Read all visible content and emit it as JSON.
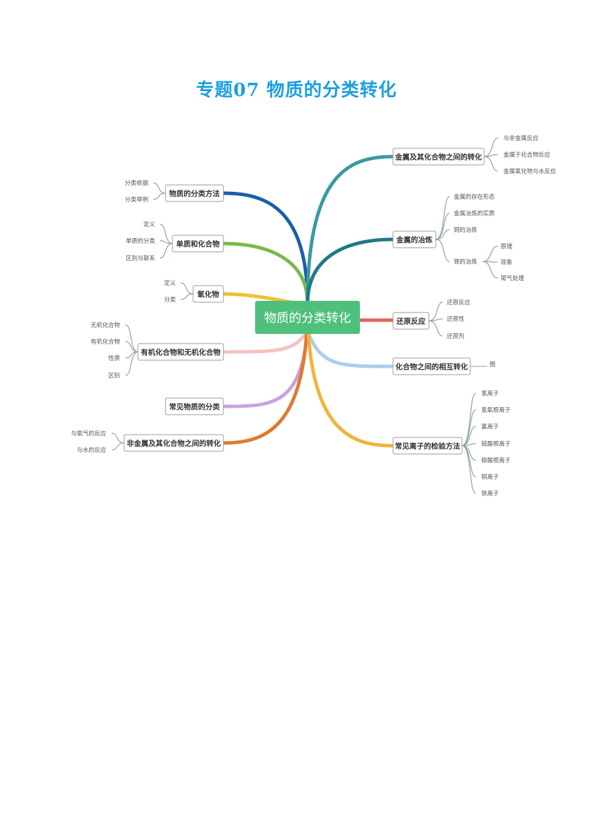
{
  "title": "专题07 物质的分类转化",
  "center": {
    "label": "物质的分类转化",
    "color": "#4ec07c"
  },
  "branches": [
    {
      "id": "b1",
      "label": "物质的分类方法",
      "color": "#1a5fa6",
      "leaves": [
        "分类依据",
        "分类举例"
      ]
    },
    {
      "id": "b2",
      "label": "单质和化合物",
      "color": "#7ab84a",
      "leaves": [
        "定义",
        "单质的分类",
        "区别与联系"
      ]
    },
    {
      "id": "b3",
      "label": "氧化物",
      "color": "#f0c030",
      "leaves": [
        "定义",
        "分类"
      ]
    },
    {
      "id": "b4",
      "label": "有机化合物和无机化合物",
      "color": "#f4c2c0",
      "leaves": [
        "无机化合物",
        "有机化合物",
        "性质",
        "区别"
      ]
    },
    {
      "id": "b5",
      "label": "常见物质的分类",
      "color": "#c9a3e0",
      "leaves": []
    },
    {
      "id": "b6",
      "label": "非金属及其化合物之间的转化",
      "color": "#e07a30",
      "leaves": [
        "与氧气的反应",
        "与水的反应"
      ]
    },
    {
      "id": "b7",
      "label": "金属及其化合物之间的转化",
      "color": "#3a9aa0",
      "leaves": [
        "与非金属反应",
        "金属于化合物反应",
        "金属氧化物与水反应"
      ]
    },
    {
      "id": "b8",
      "label": "金属的冶炼",
      "color": "#1f7a85",
      "leaves": [
        "金属的存在形态",
        "金属冶炼的实质",
        "铜的冶炼",
        "铁的冶炼"
      ],
      "sub": {
        "parent": "铁的冶炼",
        "leaves": [
          "原理",
          "现象",
          "尾气处理"
        ]
      }
    },
    {
      "id": "b9",
      "label": "还原反应",
      "color": "#e0645a",
      "leaves": [
        "还原反应",
        "还原性",
        "还原剂"
      ]
    },
    {
      "id": "b10",
      "label": "化合物之间的相互转化",
      "color": "#a8cdee",
      "leaves": [
        "图"
      ]
    },
    {
      "id": "b11",
      "label": "常见离子的检验方法",
      "color": "#f0b43a",
      "leaves": [
        "氢离子",
        "氢氧根离子",
        "氯离子",
        "硫酸根离子",
        "碳酸根离子",
        "铜离子",
        "铁离子"
      ]
    }
  ]
}
